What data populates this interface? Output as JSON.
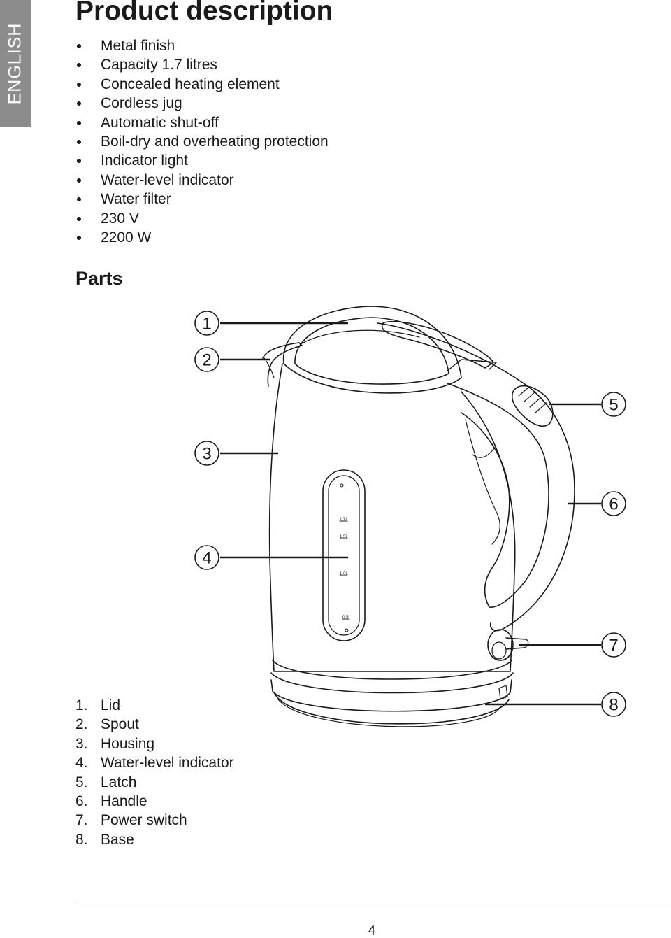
{
  "sidebar": {
    "language": "ENGLISH"
  },
  "title": "Product description",
  "features": [
    "Metal finish",
    "Capacity 1.7 litres",
    "Concealed heating element",
    "Cordless jug",
    "Automatic shut-off",
    "Boil-dry and overheating protection",
    "Indicator light",
    "Water-level indicator",
    "Water filter",
    "230 V",
    "2200 W"
  ],
  "parts_heading": "Parts",
  "diagram": {
    "illustration": "kettle-illustration",
    "callouts": [
      "1",
      "2",
      "3",
      "4",
      "5",
      "6",
      "7",
      "8"
    ],
    "gauge_marks": [
      "1.7L",
      "1.5L",
      "1.0L",
      "0.5L"
    ]
  },
  "parts": [
    {
      "num": "1.",
      "name": "Lid"
    },
    {
      "num": "2.",
      "name": "Spout"
    },
    {
      "num": "3.",
      "name": "Housing"
    },
    {
      "num": "4.",
      "name": "Water-level indicator"
    },
    {
      "num": "5.",
      "name": "Latch"
    },
    {
      "num": "6.",
      "name": "Handle"
    },
    {
      "num": "7.",
      "name": "Power switch"
    },
    {
      "num": "8.",
      "name": "Base"
    }
  ],
  "footer": {
    "page_number": "4"
  }
}
